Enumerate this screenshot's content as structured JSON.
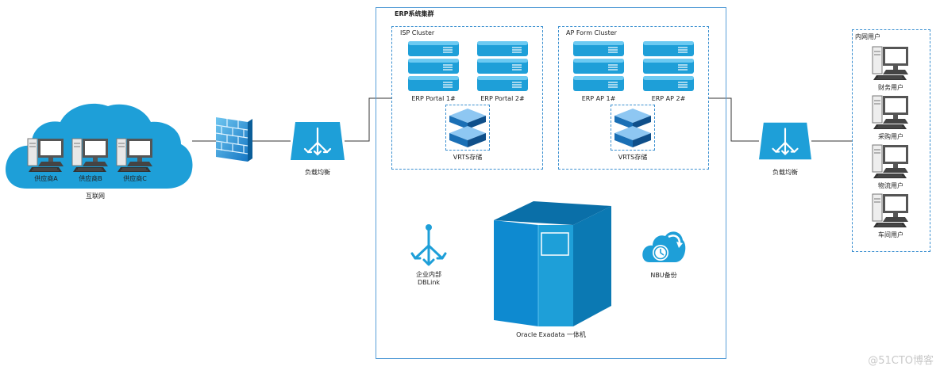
{
  "internet": {
    "label": "互联网",
    "suppliers": [
      "供应商A",
      "供应商B",
      "供应商C"
    ]
  },
  "load_balancer_left": {
    "label": "负载均衡"
  },
  "load_balancer_right": {
    "label": "负载均衡"
  },
  "erp_cluster": {
    "title": "ERP系统集群",
    "isp_cluster": {
      "title": "ISP Cluster",
      "servers": [
        "ERP Portal 1#",
        "ERP Portal 2#"
      ],
      "storage": "VRTS存储"
    },
    "ap_cluster": {
      "title": "AP Form Cluster",
      "servers": [
        "ERP AP 1#",
        "ERP AP 2#"
      ],
      "storage": "VRTS存储"
    },
    "dblink": {
      "line1": "企业内部",
      "line2": "DBLink"
    },
    "exadata": "Oracle Exadata 一体机",
    "nbu": "NBU备份"
  },
  "intranet": {
    "title": "内网用户",
    "users": [
      "财务用户",
      "采购用户",
      "物流用户",
      "车间用户"
    ]
  },
  "watermark": "@51CTO博客",
  "colors": {
    "accent": "#1e9fd8",
    "accent_dark": "#0b79b3",
    "border": "#3a8fd0"
  }
}
